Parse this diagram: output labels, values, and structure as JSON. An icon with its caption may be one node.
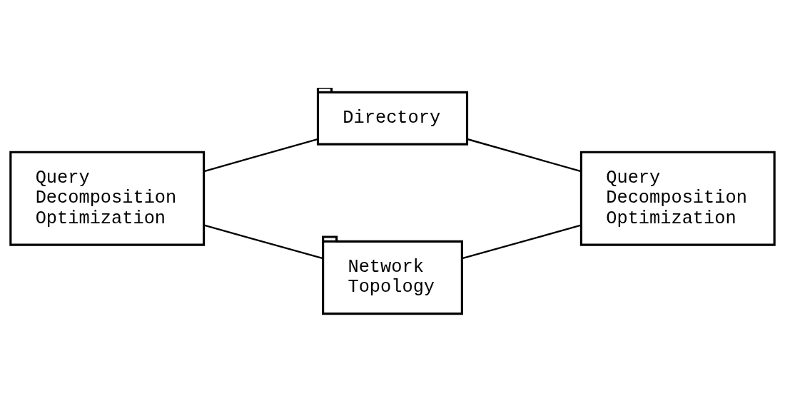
{
  "diagram": {
    "nodes": [
      {
        "text": [
          "Directory"
        ]
      },
      {
        "text": [
          "Query Decomposition Optimization"
        ]
      },
      {
        "text": [
          "Query Decomposition Optimization"
        ]
      },
      {
        "text": [
          "Network Topology"
        ]
      }
    ],
    "edges": [
      {
        "from": 1,
        "to": 0,
        "arrow": "none"
      },
      {
        "from": 0,
        "to": 2,
        "arrow": "none"
      },
      {
        "from": 1,
        "to": 3,
        "arrow": "none"
      },
      {
        "from": 3,
        "to": 2,
        "arrow": "none"
      }
    ]
  }
}
